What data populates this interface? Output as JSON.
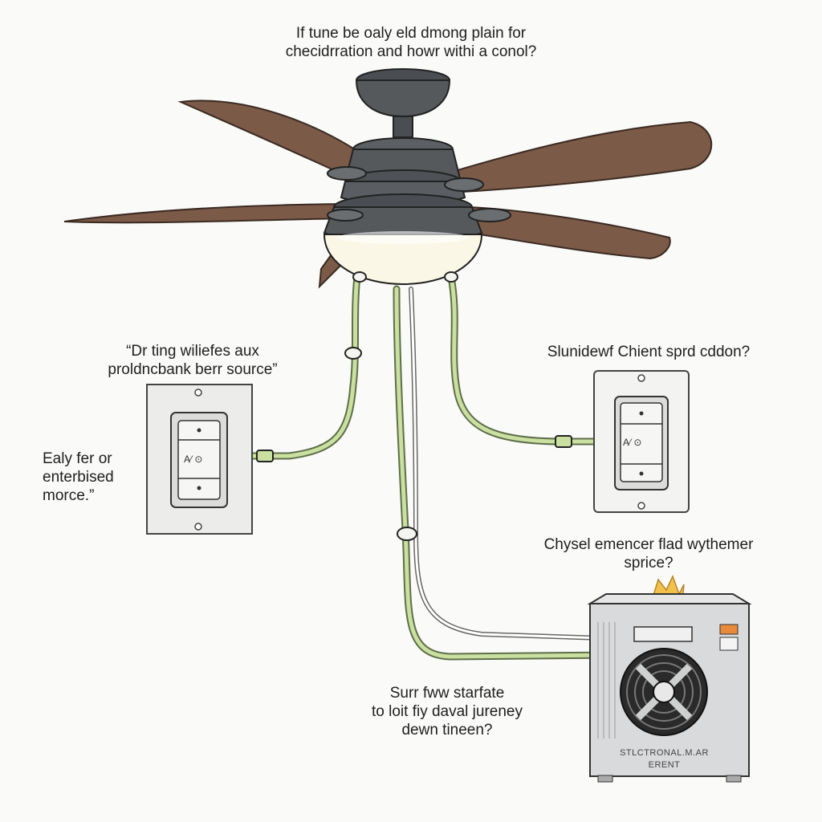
{
  "title": {
    "line1": "If tune be oaly eld dmong plain for",
    "line2": "checidrration and howr withi a conol?"
  },
  "labels": {
    "left_switch_top": {
      "line1": "“Dr ting wiliefes aux",
      "line2": "proldncbank berr source”"
    },
    "left_switch_side": {
      "line1": "Ealy fer or",
      "line2": "enterbised",
      "line3": "morce.”"
    },
    "right_switch": {
      "line1": "Slunidewf Chient sprd cddon?"
    },
    "unit_top": {
      "line1": "Chysel emencer flad wythemer",
      "line2": "sprice?"
    },
    "bottom": {
      "line1": "Surr fww starfate",
      "line2": "to loit fiy daval jureney",
      "line3": "dewn tineen?"
    }
  },
  "switches": {
    "left_glyphs": "A⁄ ⊙",
    "right_glyphs": "A⁄ ⊙"
  },
  "unit": {
    "plate_line1": "STLCTRONAL.M.AR",
    "plate_line2": "ERENT"
  },
  "colors": {
    "blade": "#7b5a47",
    "motor": "#55595c",
    "wire_green": "#c9e0a0",
    "wire_outline": "#5f6e4a",
    "light_globe": "#fbf7e6",
    "unit_body": "#d9dadb",
    "flame": "#f2c14a"
  }
}
